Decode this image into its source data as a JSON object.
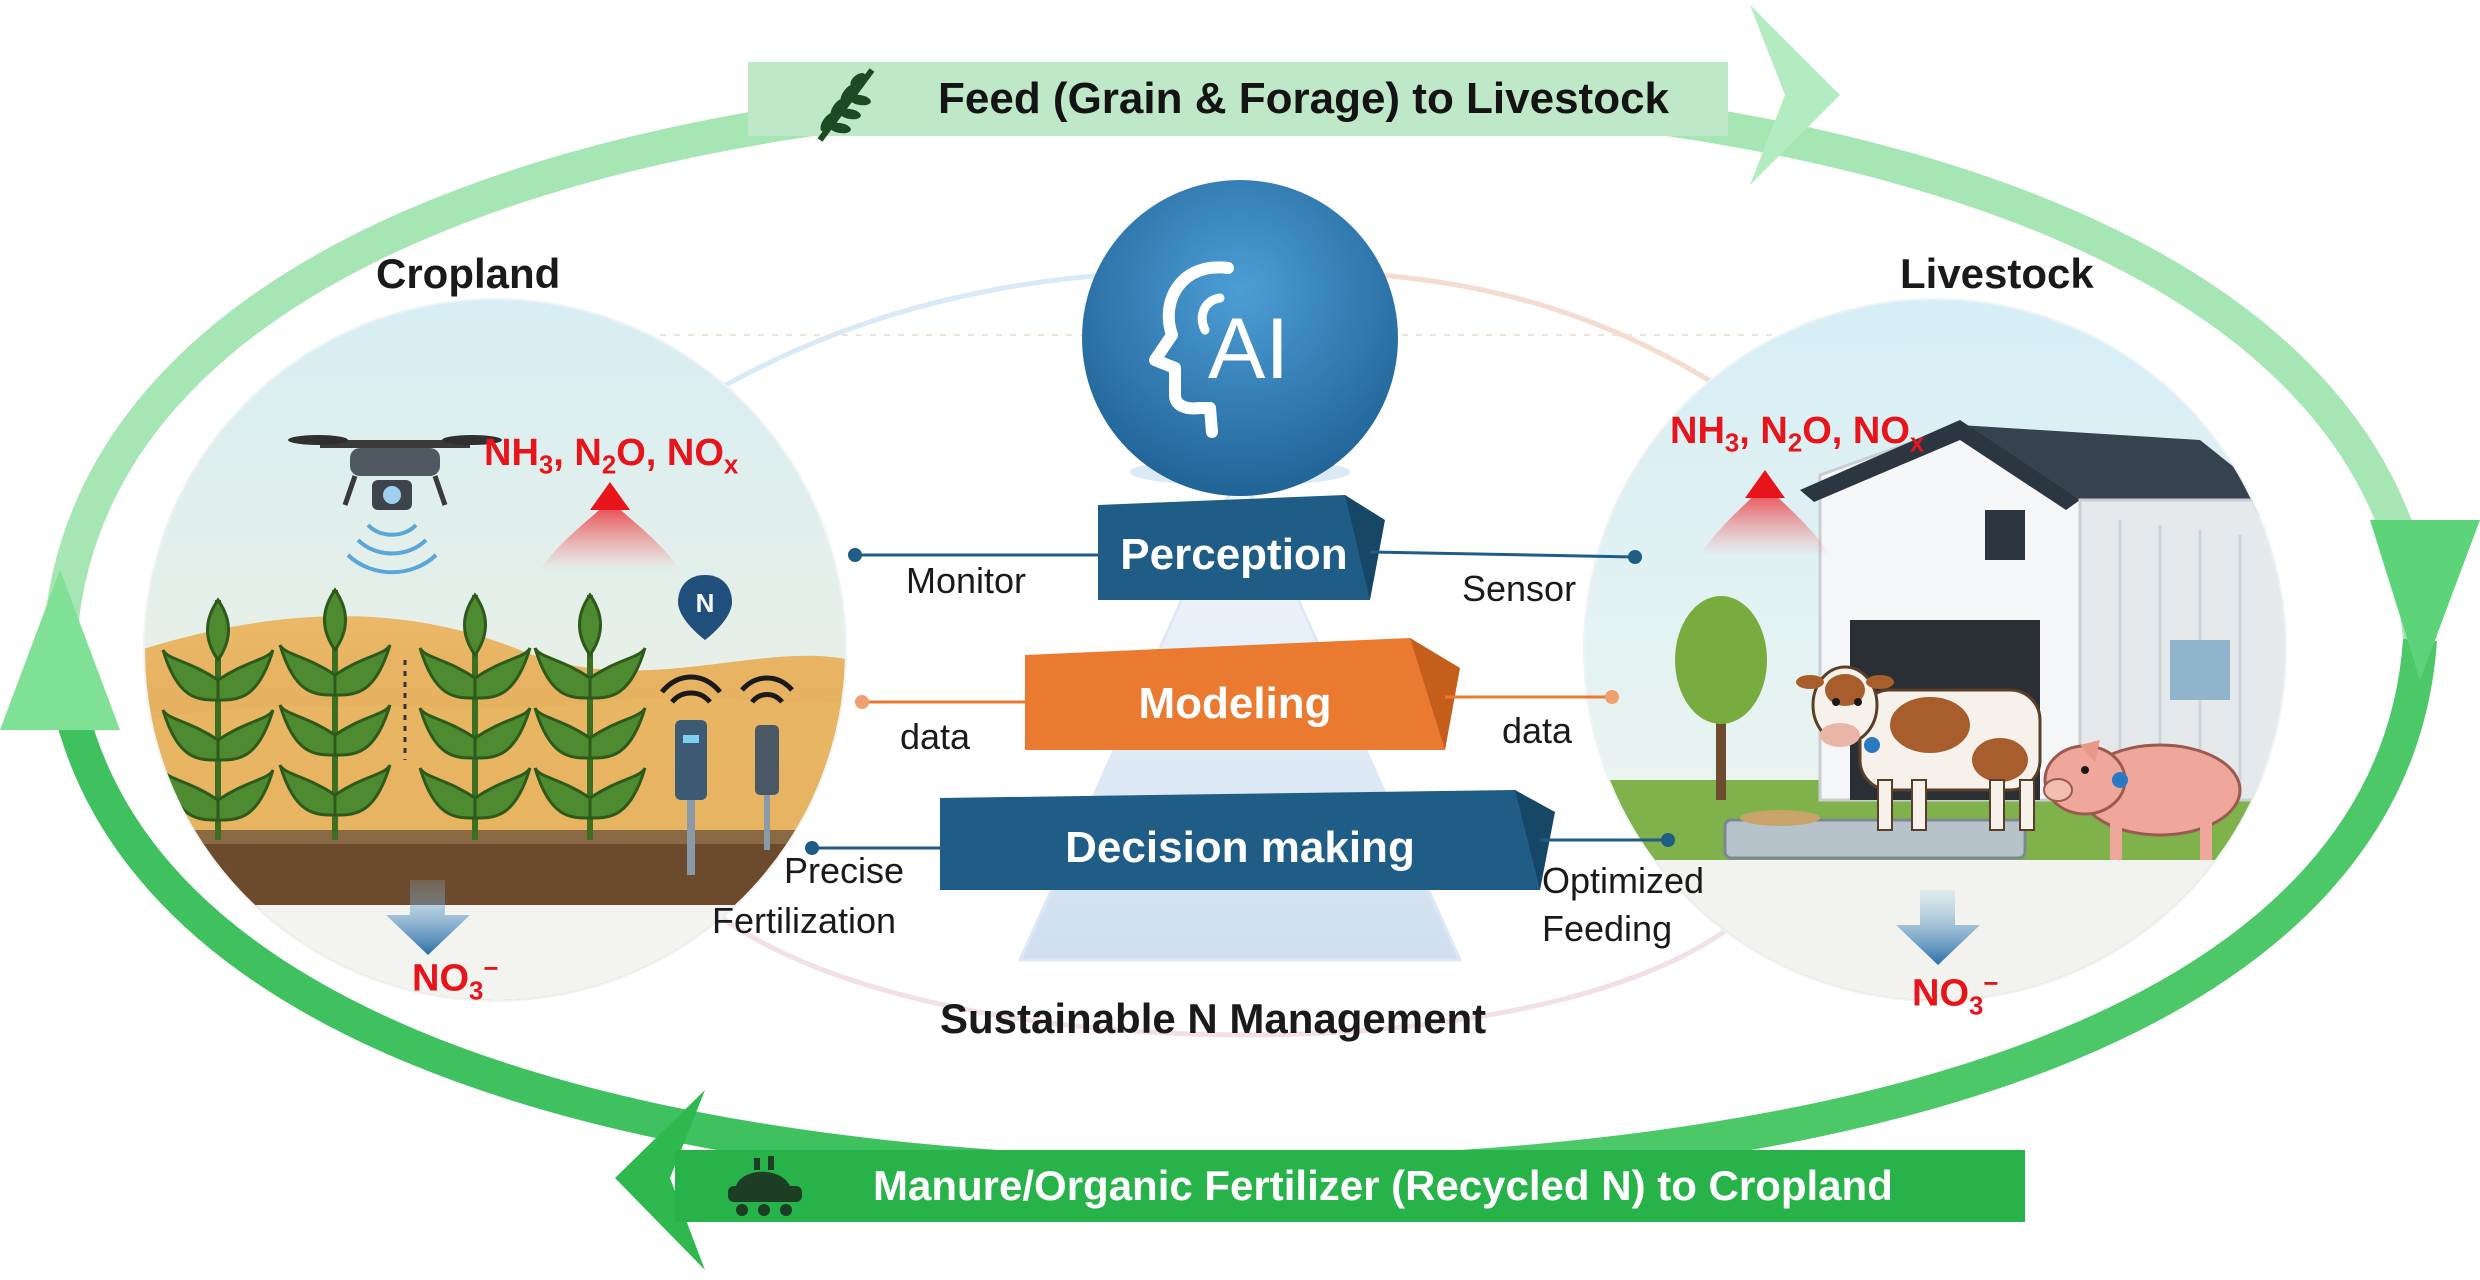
{
  "colors": {
    "cycle_green": "#8fe0a0",
    "dark_green": "#2eb84e",
    "banner_light": "#bfe8c8",
    "banner_dark": "#27b24a",
    "emission_red": "#e8141b",
    "tier_blue": "#1f5c86",
    "tier_orange": "#ea7a30",
    "ai_blue": "#2a78b2"
  },
  "top_banner": {
    "label": "Feed (Grain & Forage) to Livestock",
    "icon": "wheat-icon"
  },
  "bottom_banner": {
    "label": "Manure/Organic Fertilizer (Recycled N) to Cropland",
    "icon": "manure-spreader-icon"
  },
  "cropland": {
    "title": "Cropland",
    "emissions": {
      "nh": "NH",
      "nh_sub": "3",
      "n2o_pre": "N",
      "n2o_sub": "2",
      "n2o_post": "O",
      "nox": "NO",
      "nox_sub": "x",
      "sep": ", "
    },
    "leach": {
      "base": "NO",
      "sub": "3",
      "sup": "−"
    },
    "pin_label": "N"
  },
  "livestock": {
    "title": "Livestock",
    "emissions": {
      "nh": "NH",
      "nh_sub": "3",
      "n2o_pre": "N",
      "n2o_sub": "2",
      "n2o_post": "O",
      "nox": "NO",
      "nox_sub": "x",
      "sep": ", "
    },
    "leach": {
      "base": "NO",
      "sub": "3",
      "sup": "−"
    }
  },
  "ai": {
    "label": "AI",
    "icon": "ai-head-icon"
  },
  "pyramid": {
    "perception": "Perception",
    "modeling": "Modeling",
    "decision": "Decision making"
  },
  "connectors": {
    "monitor": "Monitor",
    "sensor": "Sensor",
    "data_left": "data",
    "data_right": "data",
    "precise_1": "Precise",
    "precise_2": "Fertilization",
    "optimized_1": "Optimized",
    "optimized_2": "Feeding"
  },
  "footer_title": "Sustainable N Management"
}
